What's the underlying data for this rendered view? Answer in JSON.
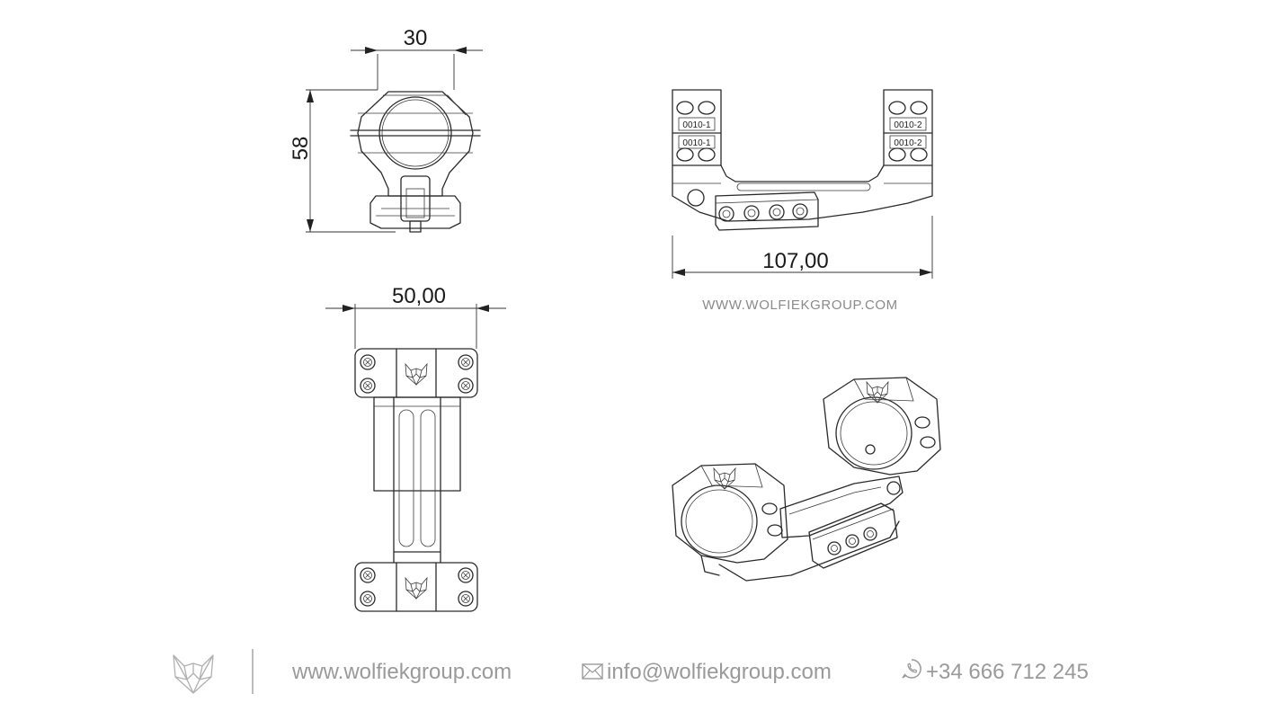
{
  "dimensions": {
    "front_width": "30",
    "front_height": "58",
    "top_width": "50,00",
    "side_length": "107,00"
  },
  "ring_labels": {
    "left_top": "0010-1",
    "left_bottom": "0010-1",
    "right_top": "0010-2",
    "right_bottom": "0010-2"
  },
  "watermark": "WWW.WOLFIEKGROUP.COM",
  "footer": {
    "website": "www.wolfiekgroup.com",
    "email": "info@wolfiekgroup.com",
    "phone": "+34 666 712 245"
  },
  "icons": {
    "logo": "wolf-head-logo-icon",
    "email": "envelope-icon",
    "phone": "whatsapp-phone-icon"
  },
  "colors": {
    "line": "#2a2a2a",
    "footer_text": "#9a9a9a",
    "watermark": "#8a8a8a",
    "background": "#ffffff"
  }
}
